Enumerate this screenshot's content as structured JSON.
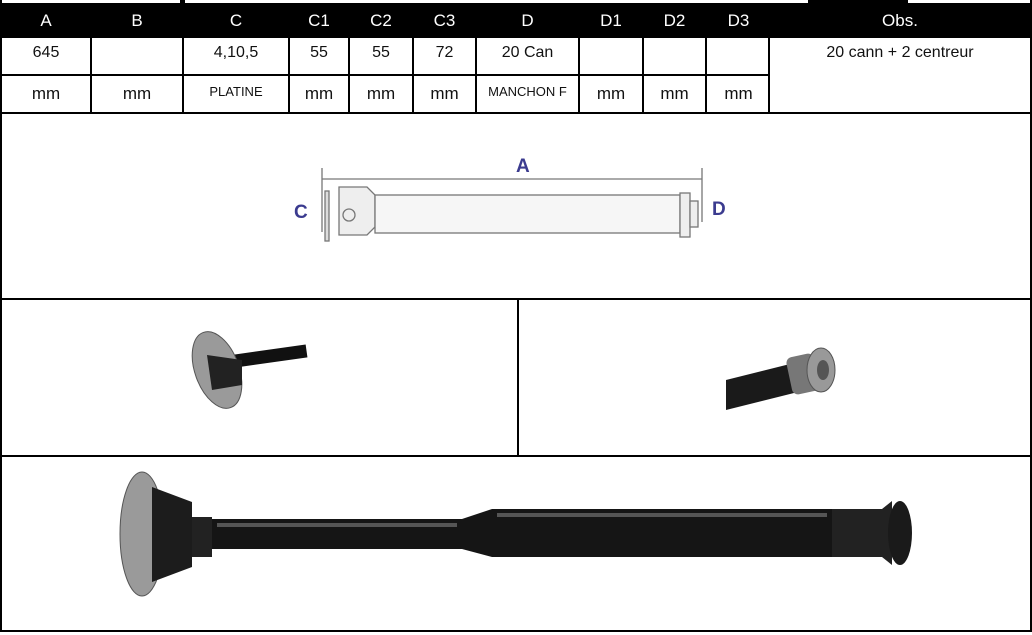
{
  "table": {
    "headers": [
      "A",
      "B",
      "C",
      "C1",
      "C2",
      "C3",
      "D",
      "D1",
      "D2",
      "D3",
      "Obs."
    ],
    "values": [
      "645",
      "",
      "4,10,5",
      "55",
      "55",
      "72",
      "20 Can",
      "",
      "",
      ""
    ],
    "units": [
      "mm",
      "mm",
      "PLATINE",
      "mm",
      "mm",
      "mm",
      "MANCHON F",
      "mm",
      "mm",
      "mm"
    ],
    "obs": "20 cann + 2 centreur"
  },
  "diagram": {
    "label_a": "A",
    "label_c": "C",
    "label_d": "D",
    "accent": "#3b3b8f"
  }
}
